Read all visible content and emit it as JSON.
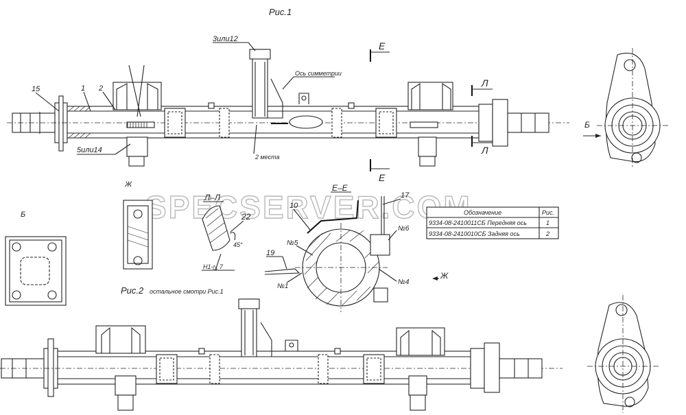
{
  "figure_titles": {
    "fig1": "Рис.1",
    "fig2": "Рис.2",
    "fig2_note": "остальное смотри Рис.1"
  },
  "callouts": {
    "c15": "15",
    "c1": "1",
    "c2": "2",
    "c3or12": "3или12",
    "c5or14": "5или14",
    "axis": "Ось симметрии",
    "two_places": "2 места",
    "c17": "17",
    "c10": "10",
    "c22": "22",
    "c19": "19",
    "n1": "№1",
    "n4": "№4",
    "n5": "№5",
    "n6": "№6",
    "weld": "Н1-◺ 7",
    "angle": "45°"
  },
  "section_labels": {
    "e_top": "Е",
    "e_bottom": "Е",
    "l_top": "Л",
    "l_bottom": "Л",
    "b_arrow": "Б",
    "b_view": "Б",
    "zh_view": "Ж",
    "zh_arrow": "Ж",
    "ll": "Л–Л",
    "ee": "Е–Е"
  },
  "watermark": "SPECSERVER.COM",
  "table": {
    "headers": [
      "Обозначение",
      "Рис."
    ],
    "rows": [
      {
        "designation": "9334-08-2410011СБ Передняя ось",
        "fig": "1"
      },
      {
        "designation": "9334-08-2410010СБ Задняя ось",
        "fig": "2"
      }
    ]
  }
}
